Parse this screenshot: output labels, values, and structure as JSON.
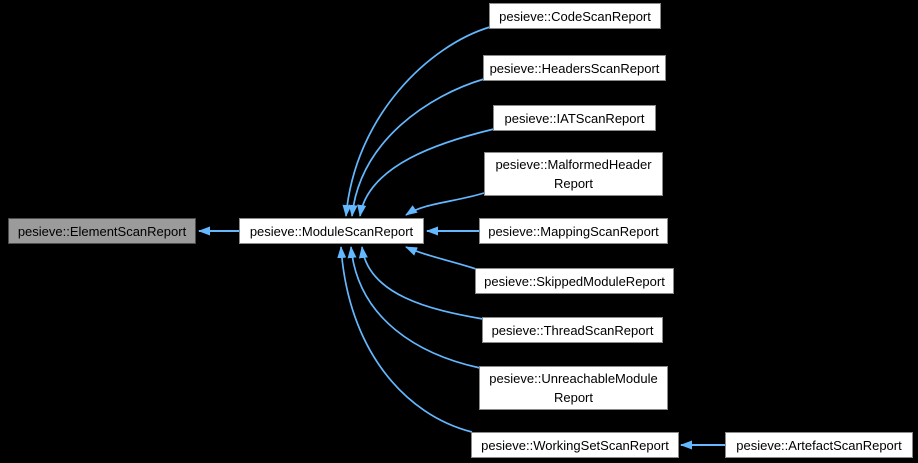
{
  "diagram": {
    "type": "class-inheritance-graph",
    "colors": {
      "background": "#000000",
      "arrow": "#63b8ff",
      "node_fill": "#ffffff",
      "node_border": "#8a8a8a",
      "highlight_fill": "#9b9b9b",
      "highlight_border": "#4e4e4e",
      "text": "#000000"
    },
    "nodes": [
      {
        "label": "pesieve::ElementScanReport",
        "highlighted": true
      },
      {
        "label": "pesieve::ModuleScanReport",
        "highlighted": false
      },
      {
        "label": "pesieve::CodeScanReport",
        "highlighted": false
      },
      {
        "label": "pesieve::HeadersScanReport",
        "highlighted": false
      },
      {
        "label": "pesieve::IATScanReport",
        "highlighted": false
      },
      {
        "label": "pesieve::MalformedHeader\nReport",
        "highlighted": false
      },
      {
        "label": "pesieve::MappingScanReport",
        "highlighted": false
      },
      {
        "label": "pesieve::SkippedModuleReport",
        "highlighted": false
      },
      {
        "label": "pesieve::ThreadScanReport",
        "highlighted": false
      },
      {
        "label": "pesieve::UnreachableModule\nReport",
        "highlighted": false
      },
      {
        "label": "pesieve::WorkingSetScanReport",
        "highlighted": false
      },
      {
        "label": "pesieve::ArtefactScanReport",
        "highlighted": false
      }
    ],
    "edges": [
      {
        "from": "pesieve::ModuleScanReport",
        "to": "pesieve::ElementScanReport"
      },
      {
        "from": "pesieve::CodeScanReport",
        "to": "pesieve::ModuleScanReport"
      },
      {
        "from": "pesieve::HeadersScanReport",
        "to": "pesieve::ModuleScanReport"
      },
      {
        "from": "pesieve::IATScanReport",
        "to": "pesieve::ModuleScanReport"
      },
      {
        "from": "pesieve::MalformedHeaderReport",
        "to": "pesieve::ModuleScanReport"
      },
      {
        "from": "pesieve::MappingScanReport",
        "to": "pesieve::ModuleScanReport"
      },
      {
        "from": "pesieve::SkippedModuleReport",
        "to": "pesieve::ModuleScanReport"
      },
      {
        "from": "pesieve::ThreadScanReport",
        "to": "pesieve::ModuleScanReport"
      },
      {
        "from": "pesieve::UnreachableModuleReport",
        "to": "pesieve::ModuleScanReport"
      },
      {
        "from": "pesieve::WorkingSetScanReport",
        "to": "pesieve::ModuleScanReport"
      },
      {
        "from": "pesieve::ArtefactScanReport",
        "to": "pesieve::WorkingSetScanReport"
      }
    ]
  }
}
